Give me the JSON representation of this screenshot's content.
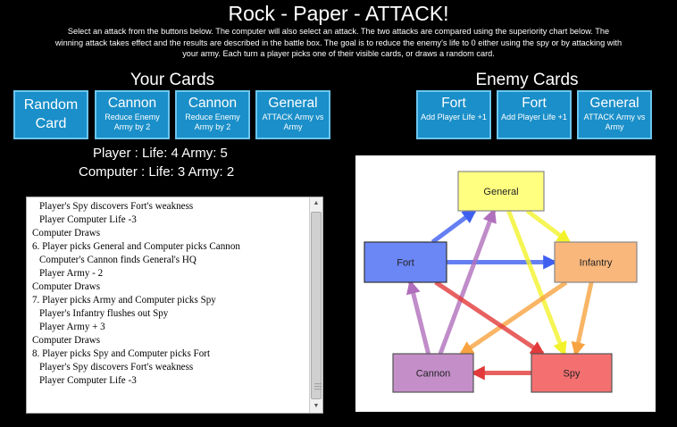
{
  "title": "Rock - Paper - ATTACK!",
  "instructions": "Select an attack from the buttons below.  The computer will also select an attack.  The two attacks are compared using the superiority chart below.  The winning attack takes effect and the results are described in the battle box.  The goal is to reduce the enemy's life to 0 either using the spy or by attacking with your army.  Each turn a player picks one of their visible cards, or draws a random card.",
  "your_cards": {
    "heading": "Your Cards",
    "random": {
      "name": "Random Card"
    },
    "cards": [
      {
        "name": "Cannon",
        "desc": "Reduce Enemy Army by 2"
      },
      {
        "name": "Cannon",
        "desc": "Reduce Enemy Army by 2"
      },
      {
        "name": "General",
        "desc": "ATTACK Army vs Army"
      }
    ]
  },
  "enemy_cards": {
    "heading": "Enemy Cards",
    "cards": [
      {
        "name": "Fort",
        "desc": "Add Player Life +1"
      },
      {
        "name": "Fort",
        "desc": "Add Player Life +1"
      },
      {
        "name": "General",
        "desc": "ATTACK Army vs Army"
      }
    ]
  },
  "stats": {
    "player": "Player  :  Life: 4   Army: 5",
    "computer": "Computer  :  Life: 3   Army: 2"
  },
  "battle_log": [
    {
      "text": "Player's Spy discovers Fort's weakness",
      "indent": true
    },
    {
      "text": "Player Computer Life -3",
      "indent": true
    },
    {
      "text": "Computer Draws",
      "indent": false
    },
    {
      "text": "6. Player picks General and Computer picks Cannon",
      "indent": false
    },
    {
      "text": "Computer's Cannon finds General's HQ",
      "indent": true
    },
    {
      "text": "Player Army - 2",
      "indent": true
    },
    {
      "text": "Computer Draws",
      "indent": false
    },
    {
      "text": "7. Player picks Army and Computer picks Spy",
      "indent": false
    },
    {
      "text": "Player's Infantry flushes out Spy",
      "indent": true
    },
    {
      "text": "Player Army + 3",
      "indent": true
    },
    {
      "text": "Computer Draws",
      "indent": false
    },
    {
      "text": "8. Player picks Spy and Computer picks Fort",
      "indent": false
    },
    {
      "text": "Player's Spy discovers Fort's weakness",
      "indent": true
    },
    {
      "text": "Player Computer Life -3",
      "indent": true
    }
  ],
  "chart": {
    "nodes": [
      {
        "id": "general",
        "label": "General",
        "fill": "#ffff80",
        "stroke": "#888"
      },
      {
        "id": "fort",
        "label": "Fort",
        "fill": "#6b86f5",
        "stroke": "#333"
      },
      {
        "id": "infantry",
        "label": "Infantry",
        "fill": "#f9b77c",
        "stroke": "#888"
      },
      {
        "id": "cannon",
        "label": "Cannon",
        "fill": "#c48fc9",
        "stroke": "#555"
      },
      {
        "id": "spy",
        "label": "Spy",
        "fill": "#f47070",
        "stroke": "#555"
      }
    ],
    "edges": [
      {
        "from": "fort",
        "to": "general",
        "color": "#3f5ff0"
      },
      {
        "from": "fort",
        "to": "infantry",
        "color": "#3f5ff0"
      },
      {
        "from": "general",
        "to": "infantry",
        "color": "#f2f22a"
      },
      {
        "from": "general",
        "to": "spy",
        "color": "#f2f22a"
      },
      {
        "from": "infantry",
        "to": "cannon",
        "color": "#f7a340"
      },
      {
        "from": "infantry",
        "to": "spy",
        "color": "#f7a340"
      },
      {
        "from": "cannon",
        "to": "fort",
        "color": "#b06fbc"
      },
      {
        "from": "cannon",
        "to": "general",
        "color": "#b06fbc"
      },
      {
        "from": "spy",
        "to": "cannon",
        "color": "#e23a3a"
      },
      {
        "from": "fort",
        "to": "spy",
        "color": "#e23a3a"
      }
    ]
  }
}
